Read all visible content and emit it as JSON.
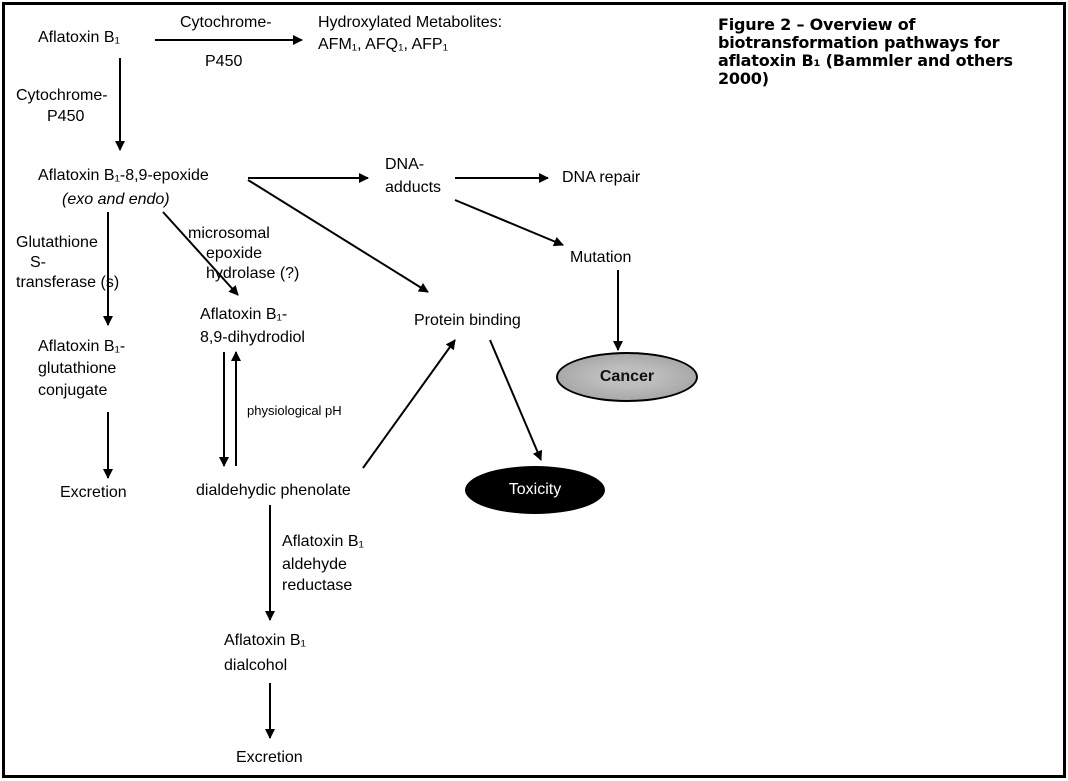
{
  "caption": "Figure 2 – Overview of biotransformation pathways for aflatoxin B₁ (Bammler and others 2000)",
  "nodes": {
    "afb1": "Aflatoxin B₁",
    "hydroxylated": "Hydroxylated Metabolites:",
    "hydroxylated_list": "AFM₁, AFQ₁, AFP₁",
    "epoxide": "Aflatoxin B₁-8,9-epoxide",
    "epoxide_forms": "(exo and endo)",
    "dna_adducts_1": "DNA-",
    "dna_adducts_2": "adducts",
    "dna_repair": "DNA repair",
    "mutation": "Mutation",
    "cancer": "Cancer",
    "protein_binding": "Protein binding",
    "toxicity": "Toxicity",
    "gsh_conjugate_1": "Aflatoxin B₁-",
    "gsh_conjugate_2": "glutathione",
    "gsh_conjugate_3": "conjugate",
    "excretion_1": "Excretion",
    "dihydrodiol_1": "Aflatoxin B₁-",
    "dihydrodiol_2": "8,9-dihydrodiol",
    "phenolate": "dialdehydic phenolate",
    "dialcohol_1": "Aflatoxin B₁",
    "dialcohol_2": "dialcohol",
    "excretion_2": "Excretion"
  },
  "edge_labels": {
    "cyp_top_1": "Cytochrome-",
    "cyp_top_2": "P450",
    "cyp_left_1": "Cytochrome-",
    "cyp_left_2": "P450",
    "gst_1": "Glutathione",
    "gst_2": "S-",
    "gst_3": "transferase (s)",
    "meh_1": "microsomal",
    "meh_2": "epoxide",
    "meh_3": "hydrolase (?)",
    "phys_ph": "physiological pH",
    "reductase_1": "Aflatoxin B₁",
    "reductase_2": "aldehyde",
    "reductase_3": "reductase"
  }
}
